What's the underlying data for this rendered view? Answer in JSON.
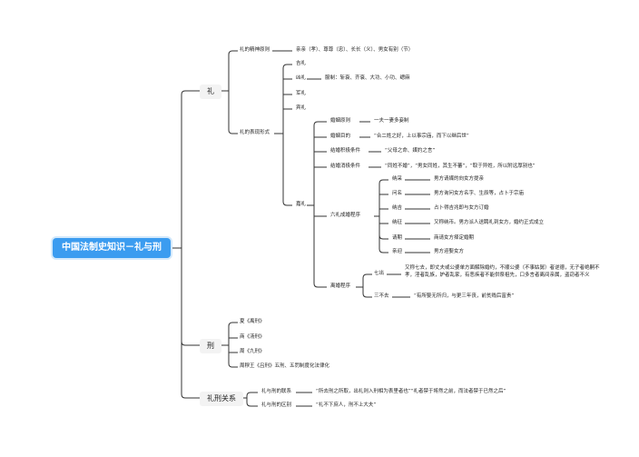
{
  "root": "中国法制史知识－礼与刑",
  "li": {
    "label": "礼",
    "spirit_label": "礼的精神原则",
    "spirit_value": "亲亲（孝）、尊尊（忠）、长长（义）、男女有别（节）",
    "forms_label": "礼的表现形式",
    "forms": {
      "ji": "吉礼",
      "xiong": "凶礼",
      "xiong_detail": "服制：斩衰、齐衰、大功、小功、缌麻",
      "jun": "军礼",
      "bin": "宾礼",
      "jia": "嘉礼"
    },
    "marriage": [
      {
        "label": "婚姻原则",
        "value": "一夫一妻多妾制"
      },
      {
        "label": "婚姻目的",
        "value": "“合二姓之好，上以事宗庙，而下以继后世”"
      },
      {
        "label": "结婚积极条件",
        "value": "“父母之命、媒妁之言”"
      },
      {
        "label": "结婚消极条件",
        "value": "“同姓不婚”，“男女同姓，其生不蕃”，“取于异姓，所以附远厚别也”"
      }
    ],
    "six_rites_label": "六礼成婚程序",
    "six_rites": [
      {
        "label": "纳采",
        "value": "男方请媒的向女方提亲"
      },
      {
        "label": "问名",
        "value": "男方询问女方名字、生辰等，占卜于宗庙"
      },
      {
        "label": "纳吉",
        "value": "占卜得吉兆即与女方订婚"
      },
      {
        "label": "纳征",
        "value": "又称纳币。男方派人送聘礼到女方，婚约正式成立"
      },
      {
        "label": "请期",
        "value": "商请女方择定婚期"
      },
      {
        "label": "亲迎",
        "value": "男方迎娶女方"
      }
    ],
    "divorce_label": "离婚程序",
    "qichu_label": "七出",
    "qichu_value": "又称七去，即丈夫或公婆单方面解除婚约，不顺公婆（不事姑舅）者逆德，无子者绝嗣不孝，淫者乱族，妒者乱家，有恶疾者不能供祭祖先，口多言者离间亲属，盗窃者不义",
    "sanbuqu_label": "三不去",
    "sanbuqu_value": "“有所娶无所归，与更三年丧，前贫贱后富贵”"
  },
  "xing": {
    "label": "刑",
    "items": [
      "夏《禹刑》",
      "商《汤刑》",
      "周《九刑》",
      "周穆王《吕刑》五刑、五罚制度化法律化"
    ]
  },
  "relation": {
    "label": "礼刑关系",
    "items": [
      {
        "label": "礼与刑的联系",
        "value": "“所去刑之所取，出礼则入刑相为表里者也”“礼者禁于将然之前，而法者禁于已然之后”"
      },
      {
        "label": "礼与刑的区别",
        "value": "“礼不下庶人，刑不上大夫”"
      }
    ]
  }
}
